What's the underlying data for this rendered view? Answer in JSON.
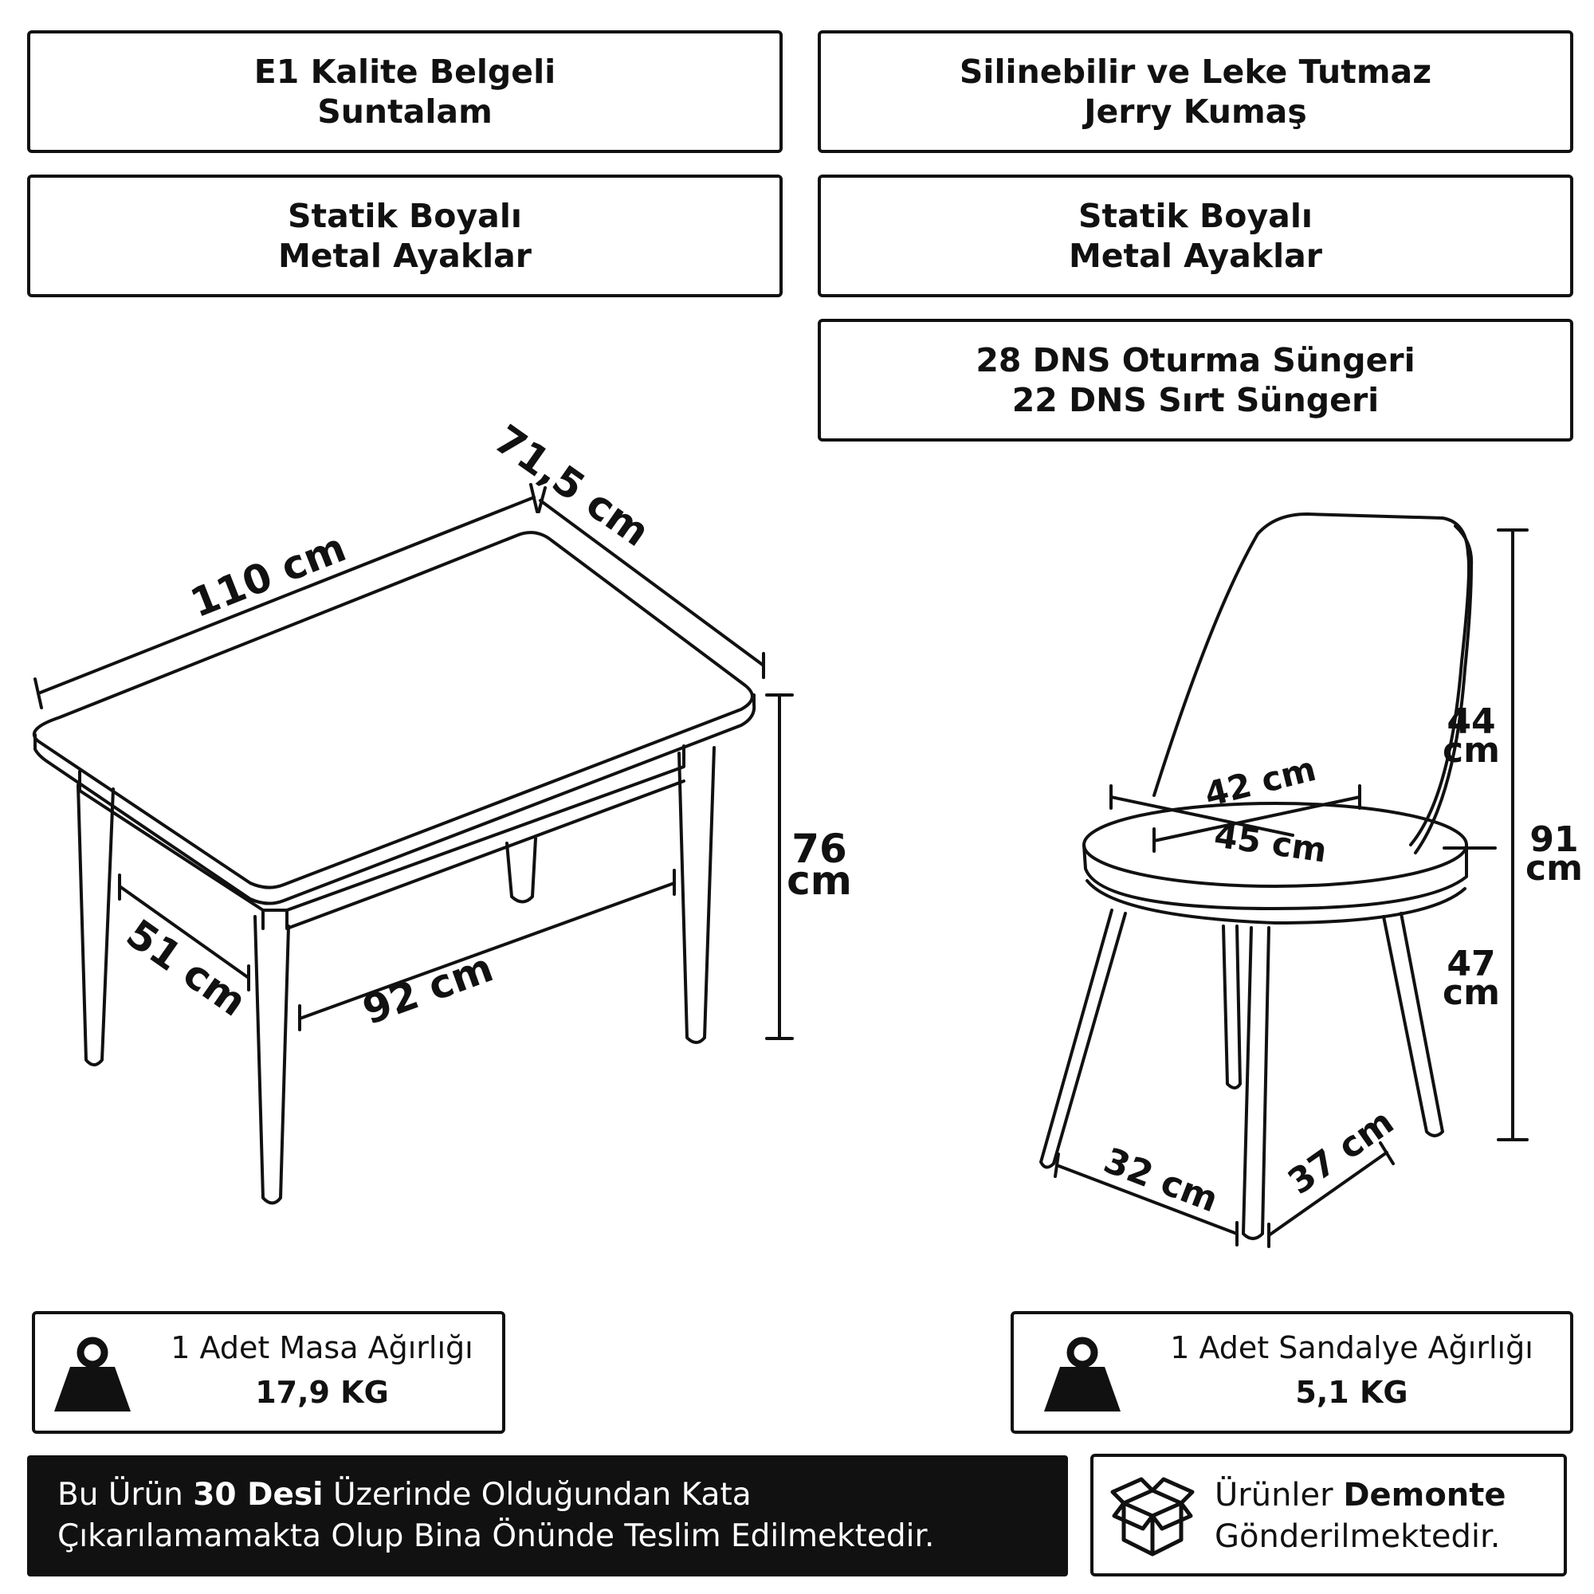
{
  "features": {
    "table_top": [
      "E1 Kalite Belgeli",
      "Suntalam"
    ],
    "chair_fabric": [
      "Silinebilir ve Leke Tutmaz",
      "Jerry Kumaş"
    ],
    "table_legs": [
      "Statik Boyalı",
      "Metal Ayaklar"
    ],
    "chair_legs": [
      "Statik Boyalı",
      "Metal Ayaklar"
    ],
    "chair_foam": [
      "28 DNS Oturma Süngeri",
      "22 DNS Sırt Süngeri"
    ]
  },
  "table_dims": {
    "length": "110 cm",
    "width": "71,5 cm",
    "height_num": "76",
    "height_unit": "cm",
    "inner_depth": "51 cm",
    "inner_length": "92 cm"
  },
  "chair_dims": {
    "back_height_num": "44",
    "back_height_unit": "cm",
    "total_height_num": "91",
    "total_height_unit": "cm",
    "seat_height_num": "47",
    "seat_height_unit": "cm",
    "seat_back_width": "42 cm",
    "seat_width": "45 cm",
    "leg_depth": "32 cm",
    "leg_width": "37 cm"
  },
  "weights": {
    "table_title": "1 Adet Masa Ağırlığı",
    "table_value": "17,9 KG",
    "chair_title": "1 Adet Sandalye Ağırlığı",
    "chair_value": "5,1 KG",
    "badge": "KG"
  },
  "notice": {
    "part1": "Bu Ürün ",
    "bold": "30 Desi",
    "part2": " Üzerinde Olduğundan Kata",
    "line2": "Çıkarılamamakta Olup Bina Önünde Teslim Edilmektedir."
  },
  "shipping": {
    "prefix": "Ürünler ",
    "bold": "Demonte",
    "line2": "Gönderilmektedir."
  },
  "icons": [
    "weight-icon",
    "box-icon"
  ]
}
